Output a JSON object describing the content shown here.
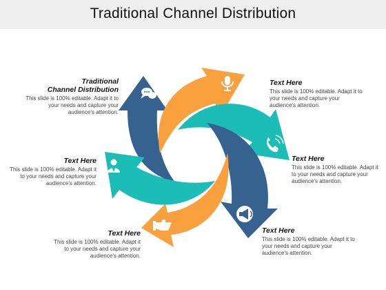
{
  "title": "Traditional Channel Distribution",
  "colors": {
    "orange": "#F9A03F",
    "teal": "#1DBDB7",
    "navy": "#35628F",
    "icon": "#ffffff"
  },
  "items": [
    {
      "heading_line1": "Traditional",
      "heading_line2": "Channel Distribution",
      "text": "This slide is 100% editable. Adapt it to your needs and capture your audience's attention.",
      "icon": "chat-icon"
    },
    {
      "heading": "Text Here",
      "text": "This slide is 100% editable. Adapt it to your needs and capture your audience's attention.",
      "icon": "microphone-icon"
    },
    {
      "heading": "Text Here",
      "text": "This slide is 100% editable. Adapt it to your needs and capture your audience's attention.",
      "icon": "phone-icon"
    },
    {
      "heading": "Text Here",
      "text": "This slide is 100% editable. Adapt it to your needs and capture your audience's attention.",
      "icon": "megaphone-icon"
    },
    {
      "heading": "Text Here",
      "text": "This slide is 100% editable. Adapt it to your needs and capture your audience's attention.",
      "icon": "handshake-icon"
    },
    {
      "heading": "Text Here",
      "text": "This slide is 100% editable. Adapt it to your needs and capture your audience's attention.",
      "icon": "user-icon"
    }
  ]
}
